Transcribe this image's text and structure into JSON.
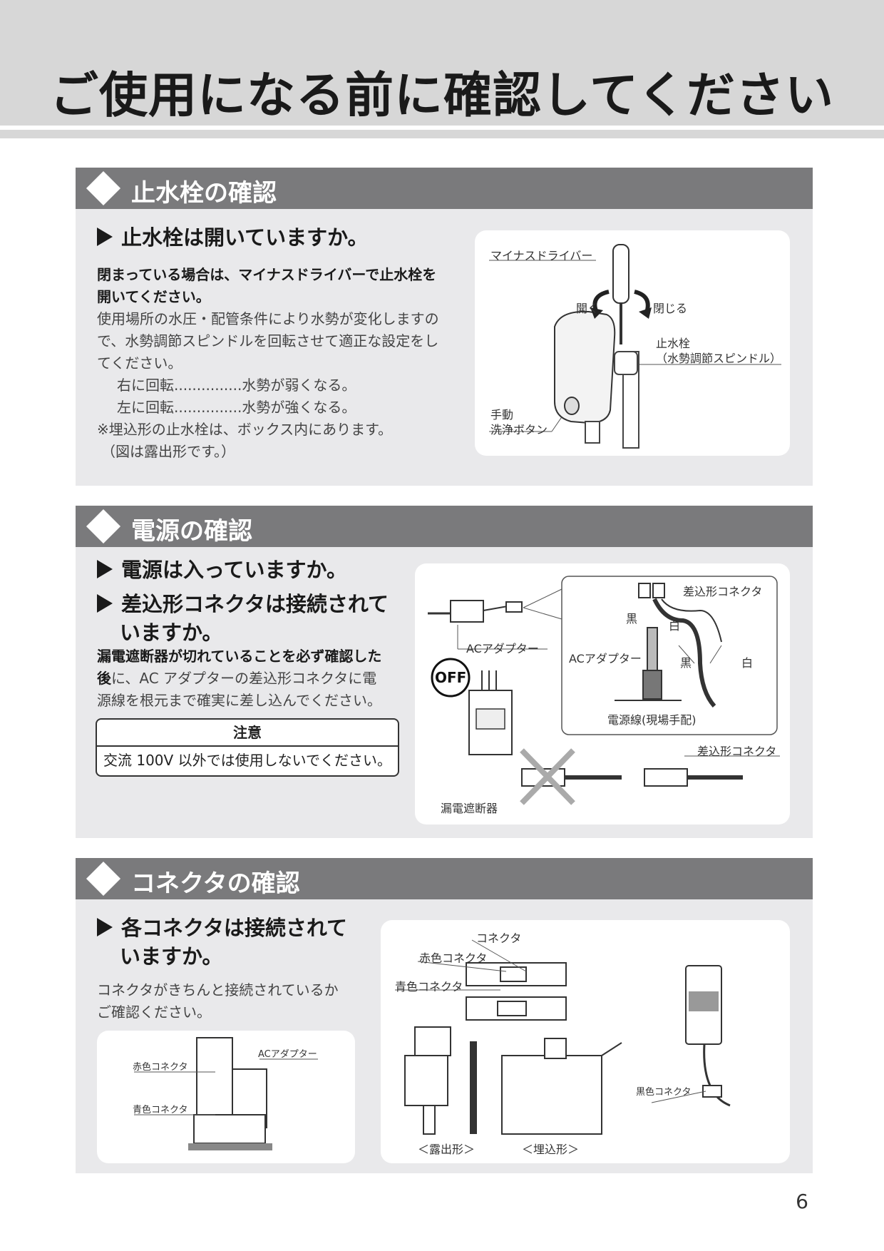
{
  "header": {
    "title": "ご使用になる前に確認してください"
  },
  "sections": [
    {
      "title": "止水栓の確認",
      "question": "止水栓は開いていますか。",
      "bold_text": [
        "閉まっている場合は、マイナスドライバーで止水栓を",
        "開いてください。"
      ],
      "body": [
        "使用場所の水圧・配管条件により水勢が変化しますの",
        "で、水勢調節スピンドルを回転させて適正な設定をし",
        "てください。"
      ],
      "rules": [
        "右に回転...............水勢が弱くなる。",
        "左に回転...............水勢が強くなる。"
      ],
      "note": [
        "※埋込形の止水栓は、ボックス内にあります。",
        "（図は露出形です。）"
      ],
      "figure": {
        "screwdriver": "マイナスドライバー",
        "open": "開く",
        "close": "閉じる",
        "stopcock": [
          "止水栓",
          "（水勢調節スピンドル）"
        ],
        "flush_button": [
          "手動",
          "洗浄ボタン"
        ]
      }
    },
    {
      "title": "電源の確認",
      "question1": "電源は入っていますか。",
      "question2": [
        "差込形コネクタは接続されて",
        "いますか。"
      ],
      "bold_text": [
        "漏電遮断器が切れていることを必ず確認した",
        "後"
      ],
      "body": [
        "に、AC アダプターの差込形コネクタに電",
        "源線を根元まで確実に差し込んでください。"
      ],
      "caution": {
        "title": "注意",
        "text": "交流 100V 以外では使用しないでください。"
      },
      "figure": {
        "ac_adapter": "ACアダプター",
        "ac_adapter2": "ACアダプター",
        "plug_connector": "差込形コネクタ",
        "plug_connector2": "差込形コネクタ",
        "black": "黒",
        "white": "白",
        "black2": "黒",
        "white2": "白",
        "power_line": "電源線(現場手配)",
        "breaker": "漏電遮断器",
        "off": "OFF"
      }
    },
    {
      "title": "コネクタの確認",
      "question": [
        "各コネクタは接続されて",
        "いますか。"
      ],
      "body": [
        "コネクタがきちんと接続されているか",
        "ご確認ください。"
      ],
      "fig_small": {
        "ac_adapter": "ACアダプター",
        "red": "赤色コネクタ",
        "blue": "青色コネクタ"
      },
      "fig_large": {
        "connector": "コネクタ",
        "red": "赤色コネクタ",
        "blue": "青色コネクタ",
        "black": "黒色コネクタ",
        "exposed": "＜露出形＞",
        "embedded": "＜埋込形＞"
      }
    }
  ],
  "page_number": "6"
}
